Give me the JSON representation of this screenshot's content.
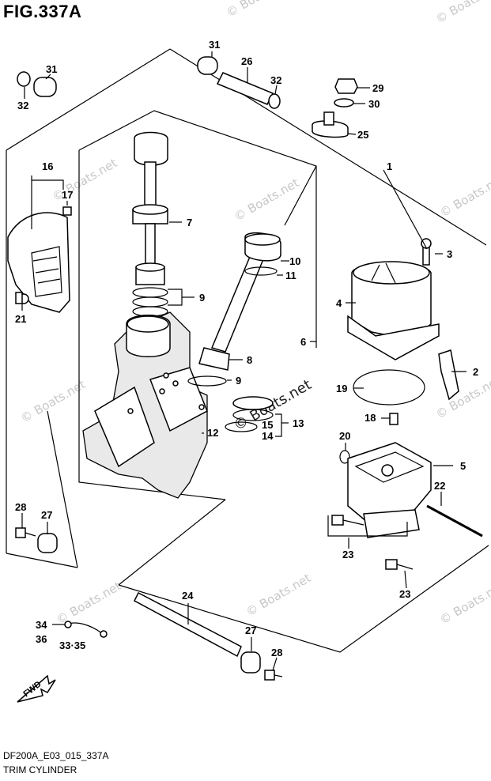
{
  "figure": {
    "title": "FIG.337A",
    "code": "DF200A_E03_015_337A",
    "name": "TRIM CYLINDER"
  },
  "watermark": {
    "text": "© Boats.net",
    "center_text": "© Boats.net"
  },
  "fwd_label": "FWD",
  "callouts": [
    {
      "id": "c1",
      "text": "1"
    },
    {
      "id": "c2",
      "text": "2"
    },
    {
      "id": "c3",
      "text": "3"
    },
    {
      "id": "c4",
      "text": "4"
    },
    {
      "id": "c5",
      "text": "5"
    },
    {
      "id": "c6",
      "text": "6"
    },
    {
      "id": "c7",
      "text": "7"
    },
    {
      "id": "c8",
      "text": "8"
    },
    {
      "id": "c9a",
      "text": "9"
    },
    {
      "id": "c9b",
      "text": "9"
    },
    {
      "id": "c10",
      "text": "10"
    },
    {
      "id": "c11",
      "text": "11"
    },
    {
      "id": "c12",
      "text": "12"
    },
    {
      "id": "c13",
      "text": "13"
    },
    {
      "id": "c14",
      "text": "14"
    },
    {
      "id": "c15",
      "text": "15"
    },
    {
      "id": "c16",
      "text": "16"
    },
    {
      "id": "c17",
      "text": "17"
    },
    {
      "id": "c18",
      "text": "18"
    },
    {
      "id": "c19",
      "text": "19"
    },
    {
      "id": "c20",
      "text": "20"
    },
    {
      "id": "c21",
      "text": "21"
    },
    {
      "id": "c22",
      "text": "22"
    },
    {
      "id": "c23a",
      "text": "23"
    },
    {
      "id": "c23b",
      "text": "23"
    },
    {
      "id": "c24",
      "text": "24"
    },
    {
      "id": "c25",
      "text": "25"
    },
    {
      "id": "c26",
      "text": "26"
    },
    {
      "id": "c27a",
      "text": "27"
    },
    {
      "id": "c27b",
      "text": "27"
    },
    {
      "id": "c28a",
      "text": "28"
    },
    {
      "id": "c28b",
      "text": "28"
    },
    {
      "id": "c29",
      "text": "29"
    },
    {
      "id": "c30",
      "text": "30"
    },
    {
      "id": "c31a",
      "text": "31"
    },
    {
      "id": "c31b",
      "text": "31"
    },
    {
      "id": "c32a",
      "text": "32"
    },
    {
      "id": "c32b",
      "text": "32"
    },
    {
      "id": "c3335",
      "text": "33·35"
    },
    {
      "id": "c34",
      "text": "34"
    },
    {
      "id": "c36",
      "text": "36"
    }
  ]
}
